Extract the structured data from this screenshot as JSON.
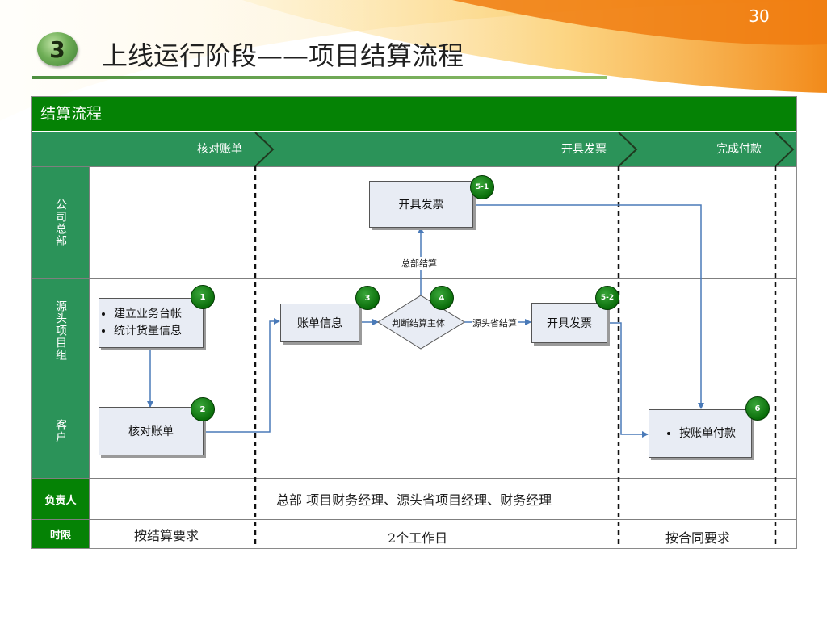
{
  "slide": {
    "page_number": "30",
    "badge_number": "3",
    "title": "上线运行阶段——项目结算流程"
  },
  "diagram": {
    "header": "结算流程",
    "phases": [
      "核对账单",
      "开具发票",
      "完成付款"
    ],
    "lanes": {
      "headquarters": "公司总部",
      "source_team": "源头项目组",
      "customer": "客户",
      "owner": "负责人",
      "deadline": "时限"
    },
    "nodes": {
      "n1": {
        "number": "1",
        "bullets": [
          "建立业务台帐",
          "统计货量信息"
        ]
      },
      "n2": {
        "number": "2",
        "label": "核对账单"
      },
      "n3": {
        "number": "3",
        "label": "账单信息"
      },
      "n4": {
        "number": "4",
        "label": "判断结算主体"
      },
      "n51": {
        "number": "5-1",
        "label": "开具发票"
      },
      "n52": {
        "number": "5-2",
        "label": "开具发票"
      },
      "n6": {
        "number": "6",
        "label": "按账单付款"
      }
    },
    "edge_labels": {
      "hq_settlement": "总部结算",
      "source_settlement": "源头省结算"
    },
    "owner_text": "总部 项目财务经理、源头省项目经理、财务经理",
    "deadlines": [
      "按结算要求",
      "2个工作日",
      "按合同要求"
    ]
  }
}
